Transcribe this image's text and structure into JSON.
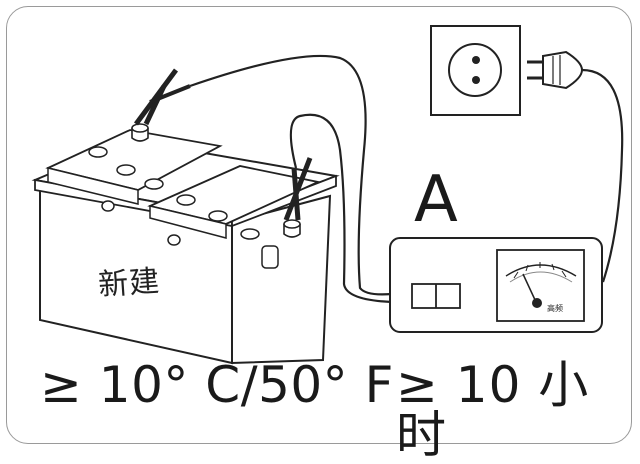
{
  "labels": {
    "charger_letter": "A",
    "battery_label": "新建",
    "gauge_label": "高频",
    "temperature": "≥ 10° C/50° F",
    "duration": "≥ 10 小时"
  }
}
